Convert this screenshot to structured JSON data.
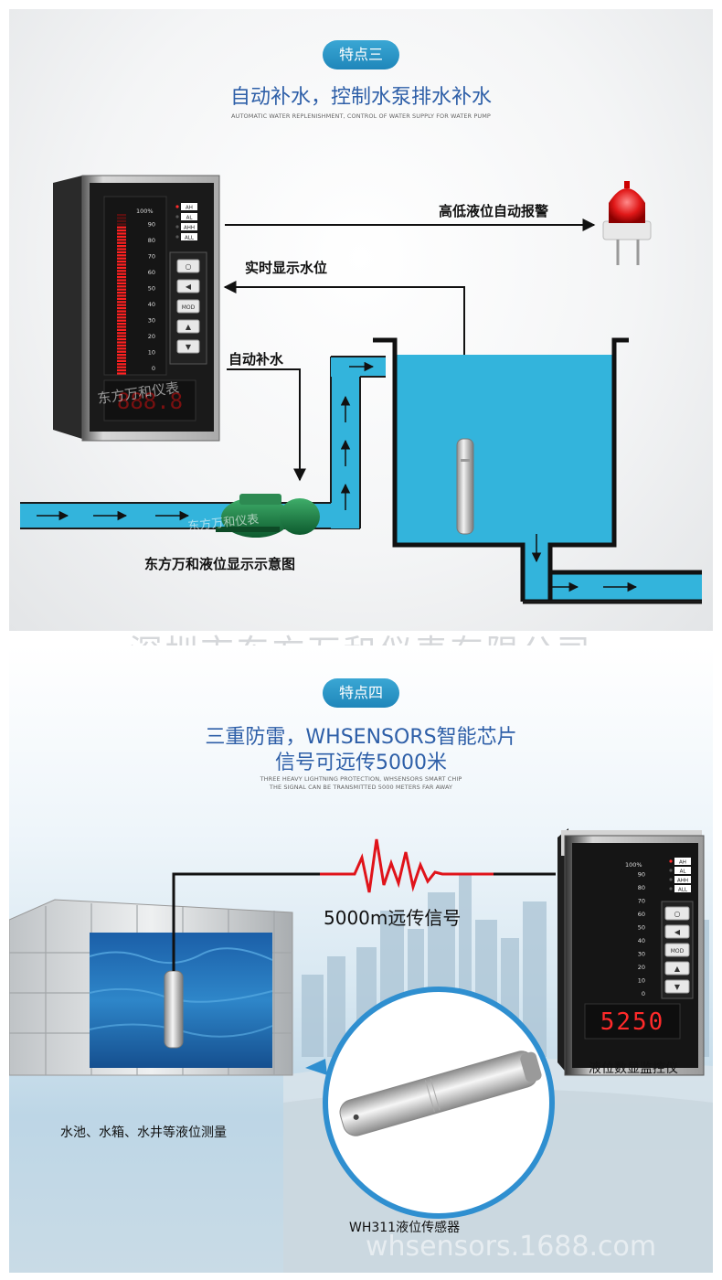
{
  "feature3": {
    "tag": "特点三",
    "title": "自动补水，控制水泵排水补水",
    "subtitle": "AUTOMATIC WATER REPLENISHMENT, CONTROL OF WATER SUPPLY FOR WATER PUMP",
    "labels": {
      "alarm": "高低液位自动报警",
      "realtime": "实时显示水位",
      "refill": "自动补水",
      "diagram_caption": "东方万和液位显示示意图"
    },
    "controller": {
      "scale_top": "100%",
      "scale": [
        "90",
        "80",
        "70",
        "60",
        "50",
        "40",
        "30",
        "20",
        "10",
        "0"
      ],
      "indicators": [
        "AH",
        "AL",
        "AHH",
        "ALL"
      ],
      "mod_label": "MOD",
      "brand": "东方万和仪表"
    },
    "pump_watermark": "东方万和仪表"
  },
  "center_watermark": "深圳市东方万和仪表有限公司",
  "feature4": {
    "tag": "特点四",
    "title_line1": "三重防雷，WHSENSORS智能芯片",
    "title_line2": "信号可远传5000米",
    "subtitle_line1": "THREE HEAVY LIGHTNING PROTECTION, WHSENSORS SMART CHIP",
    "subtitle_line2": "THE SIGNAL CAN BE TRANSMITTED 5000 METERS FAR AWAY",
    "signal_label": "5000m远传信号",
    "monitor_label": "液位数显监控仪",
    "tank_label": "水池、水箱、水井等液位测量",
    "sensor_label": "WH311液位传感器",
    "display_value": "5250",
    "controller": {
      "scale_top": "100%",
      "scale": [
        "90",
        "80",
        "70",
        "60",
        "50",
        "40",
        "30",
        "20",
        "10",
        "0"
      ],
      "indicators": [
        "AH",
        "AL",
        "AHH",
        "ALL"
      ],
      "mod_label": "MOD"
    },
    "bottom_watermark": "whsensors.1688.com"
  }
}
